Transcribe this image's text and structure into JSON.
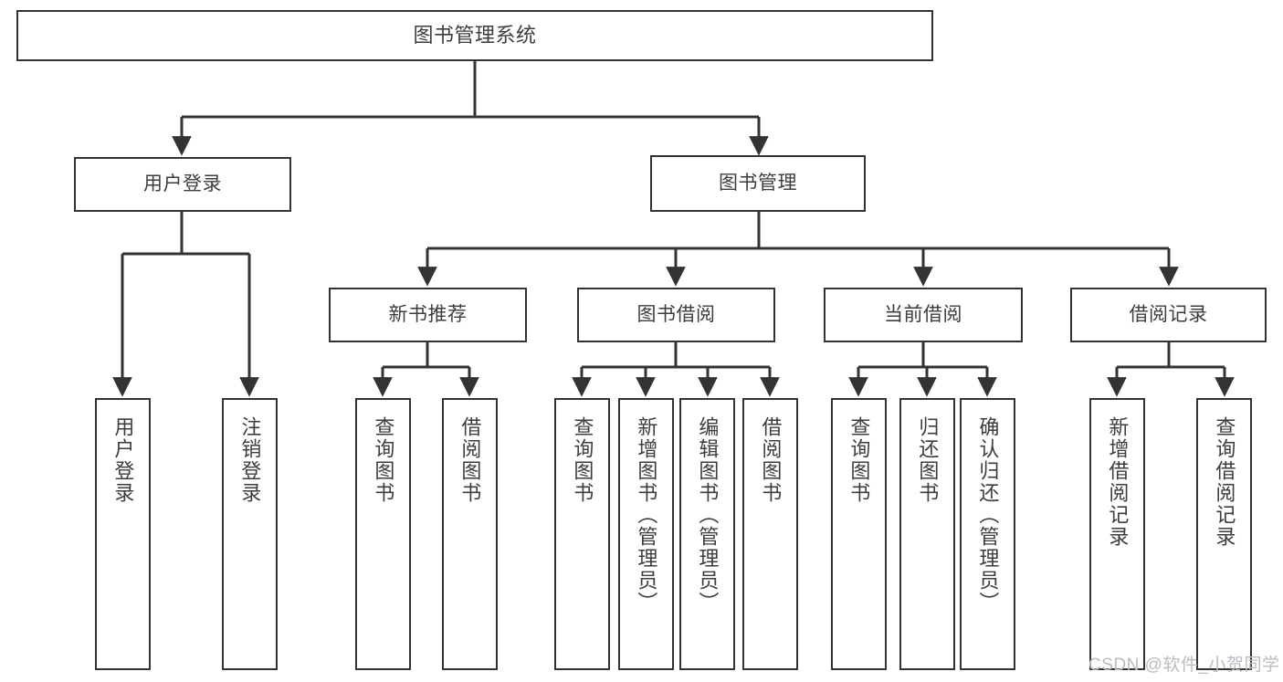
{
  "diagram": {
    "title_text": "图书管理系统",
    "line_color": "#333333",
    "text_color": "#3d3d3d",
    "background": "#ffffff",
    "watermark": "CSDN @软件_小贺同学",
    "nodes": {
      "root": {
        "label": "图书管理系统"
      },
      "level2": [
        {
          "id": "user-login",
          "label": "用户登录"
        },
        {
          "id": "book-management",
          "label": "图书管理"
        }
      ],
      "level3": [
        {
          "id": "new-book-recommend",
          "label": "新书推荐"
        },
        {
          "id": "book-borrow",
          "label": "图书借阅"
        },
        {
          "id": "current-borrow",
          "label": "当前借阅"
        },
        {
          "id": "borrow-record",
          "label": "借阅记录"
        }
      ],
      "leaves": [
        {
          "id": "leaf-user-login",
          "label": "用户登录",
          "parent": "user-login"
        },
        {
          "id": "leaf-logout-login",
          "label": "注销登录",
          "parent": "user-login"
        },
        {
          "id": "leaf-query-book-1",
          "label": "查询图书",
          "parent": "new-book-recommend"
        },
        {
          "id": "leaf-borrow-book-1",
          "label": "借阅图书",
          "parent": "new-book-recommend"
        },
        {
          "id": "leaf-query-book-2",
          "label": "查询图书",
          "parent": "book-borrow"
        },
        {
          "id": "leaf-add-book",
          "label": "新增图书（管理员）",
          "parent": "book-borrow"
        },
        {
          "id": "leaf-edit-book",
          "label": "编辑图书（管理员）",
          "parent": "book-borrow"
        },
        {
          "id": "leaf-borrow-book-2",
          "label": "借阅图书",
          "parent": "book-borrow"
        },
        {
          "id": "leaf-query-book-3",
          "label": "查询图书",
          "parent": "current-borrow"
        },
        {
          "id": "leaf-return-book",
          "label": "归还图书",
          "parent": "current-borrow"
        },
        {
          "id": "leaf-confirm-return",
          "label": "确认归还（管理员）",
          "parent": "current-borrow"
        },
        {
          "id": "leaf-add-record",
          "label": "新增借阅记录",
          "parent": "borrow-record"
        },
        {
          "id": "leaf-query-record",
          "label": "查询借阅记录",
          "parent": "borrow-record"
        }
      ]
    }
  }
}
